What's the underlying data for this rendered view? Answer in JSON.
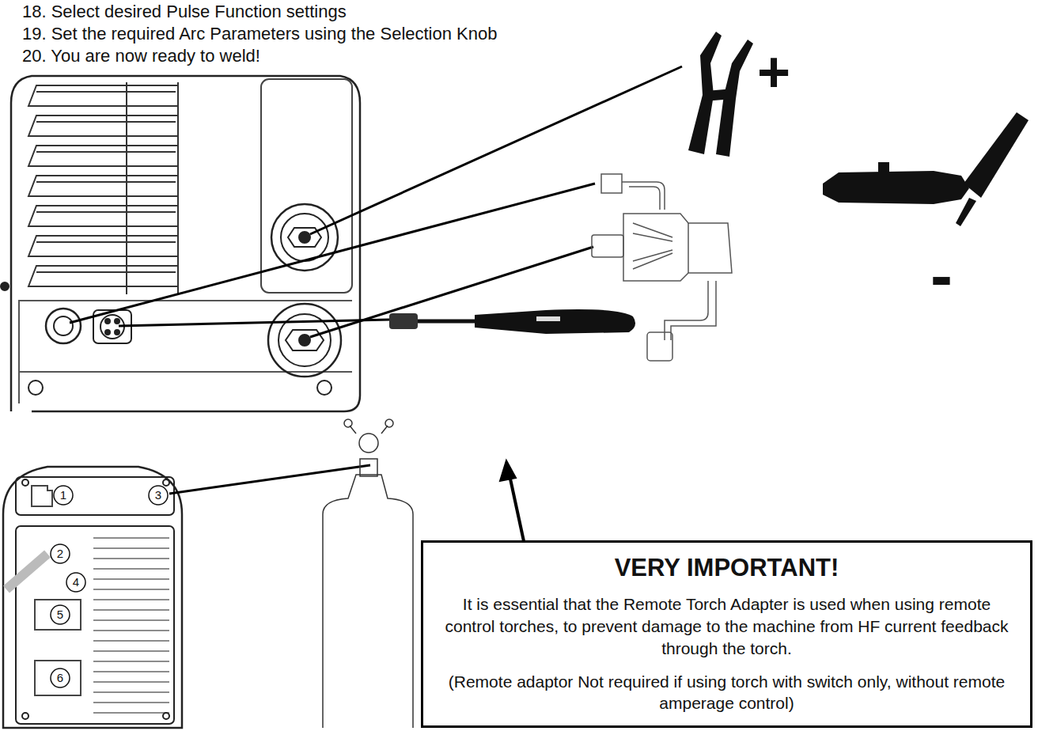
{
  "diagram": {
    "nodes": [
      {
        "text": [
          "VERY IMPORTANT!",
          "It is essential that the Remote Torch Adapter is used when using remote control torches, to prevent damage to the machine from HF current feedback through the torch.",
          "(Remote adaptor Not required if using torch with switch only, without remote amperage control)"
        ]
      }
    ],
    "edges": [],
    "labels": [
      "18. Select desired Pulse Function settings",
      "19. Set the required Arc Parameters using the Selection Knob",
      "20. You are now ready to weld!",
      "+",
      "-",
      "1",
      "3",
      "2",
      "4",
      "5",
      "6"
    ]
  }
}
